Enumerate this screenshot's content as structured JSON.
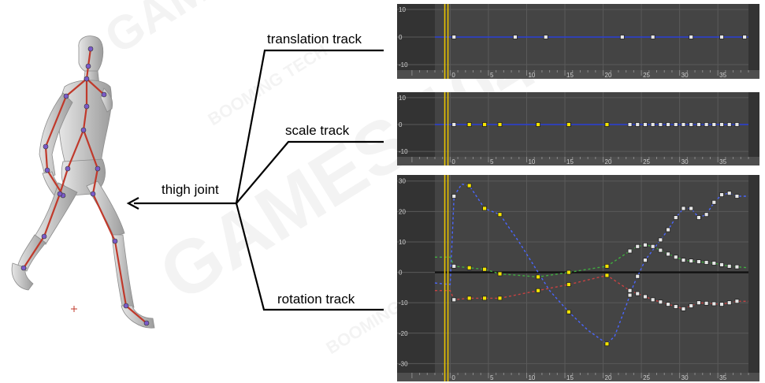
{
  "labels": {
    "translation": "translation track",
    "scale": "scale track",
    "rotation": "rotation track",
    "thigh": "thigh joint"
  },
  "watermark": {
    "brand": "GAMES 104",
    "logo": "BOOMING TECH"
  },
  "colors": {
    "panel_bg": "#444444",
    "panel_dark": "#333333",
    "ruler": "#4e4e4e",
    "grid": "#5a5a5a",
    "cursor": "#e8c400",
    "key_selected": "#f4e400",
    "key_plain": "#e6e6e6",
    "curve_blue": "#4a66ff",
    "curve_red": "#c84242",
    "curve_green": "#3fae3f",
    "bone": "#c0392b"
  },
  "chart_data": [
    {
      "type": "line",
      "name": "translation track",
      "xlim": [
        -2,
        39
      ],
      "ylim": [
        -12,
        12
      ],
      "y_ticks": [
        10,
        0,
        -10
      ],
      "x_ticks": [
        0,
        5,
        10,
        15,
        20,
        25,
        30,
        35
      ],
      "cursor_frame": -0.5,
      "series": [
        {
          "color": "#2a3fd8",
          "points": [
            [
              -2,
              0
            ],
            [
              39,
              0
            ]
          ],
          "keys": [
            0.5,
            8.5,
            12.5,
            22.5,
            26.5,
            31.5,
            35.5,
            38.5
          ],
          "selected_keys": []
        }
      ]
    },
    {
      "type": "line",
      "name": "scale track",
      "xlim": [
        -2,
        39
      ],
      "ylim": [
        -12,
        12
      ],
      "y_ticks": [
        10,
        0,
        -10
      ],
      "x_ticks": [
        0,
        5,
        10,
        15,
        20,
        25,
        30,
        35
      ],
      "cursor_frame": -0.5,
      "series": [
        {
          "color": "#2a3fd8",
          "points": [
            [
              -2,
              0
            ],
            [
              39,
              0
            ]
          ],
          "keys": [
            0.5,
            2.5,
            4.5,
            6.5,
            11.5,
            15.5,
            20.5,
            23.5,
            24.5,
            25.5,
            26.5,
            27.5,
            28.5,
            29.5,
            30.5,
            31.5,
            32.5,
            33.5,
            34.5,
            35.5,
            36.5,
            37.5
          ],
          "selected_keys": [
            2.5,
            4.5,
            6.5,
            11.5,
            15.5,
            20.5
          ]
        }
      ]
    },
    {
      "type": "line",
      "name": "rotation track",
      "xlim": [
        -2,
        39
      ],
      "ylim": [
        -33,
        32
      ],
      "y_ticks": [
        30,
        20,
        10,
        0,
        -10,
        -20,
        -30
      ],
      "x_ticks": [
        0,
        5,
        10,
        15,
        20,
        25,
        30,
        35
      ],
      "cursor_frame": -0.5,
      "series": [
        {
          "color": "#4a66ff",
          "points": [
            [
              -2,
              -3.5
            ],
            [
              0,
              -4
            ],
            [
              0.5,
              25
            ],
            [
              1.5,
              29
            ],
            [
              2.5,
              28.5
            ],
            [
              4.5,
              21
            ],
            [
              6.5,
              19
            ],
            [
              9,
              10
            ],
            [
              11.5,
              0
            ],
            [
              13,
              -6
            ],
            [
              15.5,
              -13
            ],
            [
              18,
              -19
            ],
            [
              20.5,
              -23.5
            ],
            [
              21.5,
              -21
            ],
            [
              23,
              -11
            ],
            [
              24,
              -4
            ],
            [
              25.5,
              4
            ],
            [
              27,
              9
            ],
            [
              28.5,
              14
            ],
            [
              29.5,
              18
            ],
            [
              30.5,
              21
            ],
            [
              31.5,
              21
            ],
            [
              32.5,
              18
            ],
            [
              33.5,
              19
            ],
            [
              34.5,
              23
            ],
            [
              35.5,
              25.5
            ],
            [
              36.5,
              26
            ],
            [
              37.5,
              25
            ],
            [
              39,
              25
            ]
          ],
          "keys": [
            0.5,
            23.5,
            24.5,
            25.5,
            27.5,
            28.5,
            29.5,
            30.5,
            31.5,
            32.5,
            33.5,
            34.5,
            35.5,
            36.5,
            37.5
          ],
          "selected_keys": [
            2.5,
            4.5,
            6.5,
            15.5,
            20.5
          ]
        },
        {
          "color": "#c84242",
          "points": [
            [
              -2,
              -6
            ],
            [
              0,
              -6
            ],
            [
              0.5,
              -9
            ],
            [
              2.5,
              -8.5
            ],
            [
              4.5,
              -8.5
            ],
            [
              6.5,
              -8.5
            ],
            [
              11.5,
              -6
            ],
            [
              15.5,
              -4
            ],
            [
              20.5,
              -1
            ],
            [
              23.5,
              -6
            ],
            [
              26.5,
              -9
            ],
            [
              30.5,
              -12
            ],
            [
              32.5,
              -10
            ],
            [
              35.5,
              -10.5
            ],
            [
              37.5,
              -9.5
            ],
            [
              39,
              -9.5
            ]
          ],
          "keys": [
            0.5,
            23.5,
            24.5,
            25.5,
            26.5,
            27.5,
            28.5,
            29.5,
            30.5,
            31.5,
            32.5,
            33.5,
            34.5,
            35.5,
            36.5,
            37.5
          ],
          "selected_keys": [
            2.5,
            4.5,
            6.5,
            11.5,
            15.5,
            20.5
          ]
        },
        {
          "color": "#3fae3f",
          "points": [
            [
              -2,
              5
            ],
            [
              0,
              5
            ],
            [
              0.5,
              2
            ],
            [
              2.5,
              1.5
            ],
            [
              4.5,
              1
            ],
            [
              6.5,
              -0.5
            ],
            [
              11.5,
              -1.5
            ],
            [
              15.5,
              0
            ],
            [
              20.5,
              2
            ],
            [
              23.5,
              7
            ],
            [
              24.5,
              8.5
            ],
            [
              25.5,
              9
            ],
            [
              26.5,
              8.5
            ],
            [
              28.5,
              6
            ],
            [
              30.5,
              4
            ],
            [
              32.5,
              3.5
            ],
            [
              34.5,
              3
            ],
            [
              36.5,
              2
            ],
            [
              39,
              1.5
            ]
          ],
          "keys": [
            0.5,
            23.5,
            24.5,
            25.5,
            26.5,
            27.5,
            28.5,
            29.5,
            30.5,
            31.5,
            32.5,
            33.5,
            34.5,
            35.5,
            36.5,
            37.5
          ],
          "selected_keys": [
            2.5,
            4.5,
            6.5,
            11.5,
            15.5,
            20.5
          ]
        }
      ]
    }
  ]
}
